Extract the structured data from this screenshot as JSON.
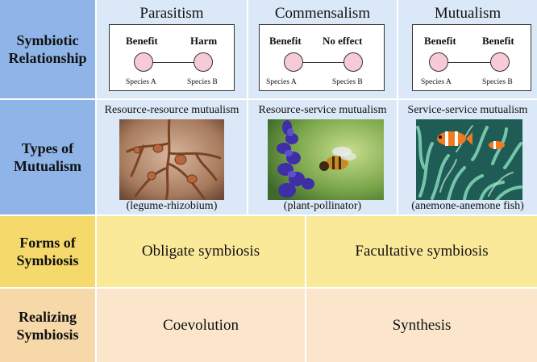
{
  "rows": {
    "symbiotic": "Symbiotic Relationship",
    "types": "Types of Mutualism",
    "forms": "Forms of Symbiosis",
    "realizing": "Realizing Symbiosis"
  },
  "relationships": [
    {
      "title": "Parasitism",
      "left": "Benefit",
      "right": "Harm",
      "species_a": "Species A",
      "species_b": "Species B"
    },
    {
      "title": "Commensalism",
      "left": "Benefit",
      "right": "No effect",
      "species_a": "Species A",
      "species_b": "Species B"
    },
    {
      "title": "Mutualism",
      "left": "Benefit",
      "right": "Benefit",
      "species_a": "Species A",
      "species_b": "Species B"
    }
  ],
  "mutualism_types": [
    {
      "title": "Resource-resource mutualism",
      "caption": "(legume-rhizobium)",
      "image": "legume-roots-photo"
    },
    {
      "title": "Resource-service mutualism",
      "caption": "(plant-pollinator)",
      "image": "bee-on-flower-photo"
    },
    {
      "title": "Service-service mutualism",
      "caption": "(anemone-anemone fish)",
      "image": "clownfish-anemone-photo"
    }
  ],
  "forms": [
    "Obligate symbiosis",
    "Facultative symbiosis"
  ],
  "realizing": [
    "Coevolution",
    "Synthesis"
  ],
  "colors": {
    "blue_header": "#8fb4e8",
    "blue_light": "#dbe8f8",
    "yellow": "#f6d96b",
    "peach": "#f7d8a8",
    "circle_fill": "#f6cbd6"
  }
}
